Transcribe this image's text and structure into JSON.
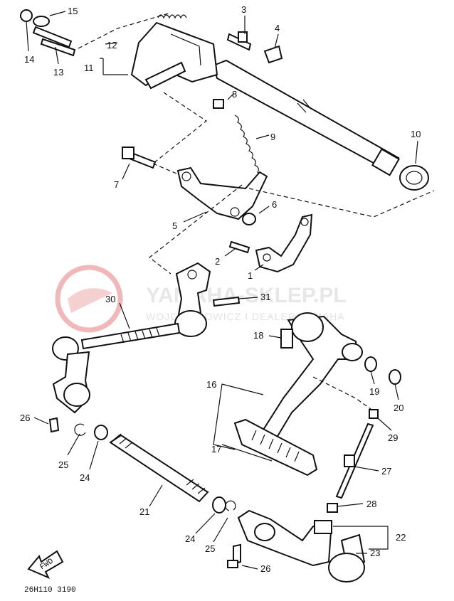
{
  "watermark": {
    "brand": "YAMAHA-SKLEP.PL",
    "subtitle": "WOJCIECHOWICZ I DEALER YAMAHA",
    "logo_color": "#f0b8b8"
  },
  "drawing_code": "26H110 3190",
  "fwd_label": "FWD",
  "callouts": {
    "n1": "1",
    "n2": "2",
    "n3": "3",
    "n4": "4",
    "n5": "5",
    "n6": "6",
    "n7": "7",
    "n8": "8",
    "n9": "9",
    "n10": "10",
    "n11": "11",
    "n12": "12",
    "n13": "13",
    "n14": "14",
    "n15": "15",
    "n16": "16",
    "n17": "17",
    "n18": "18",
    "n19": "19",
    "n20": "20",
    "n21": "21",
    "n22": "22",
    "n23": "23",
    "n24a": "24",
    "n24b": "24",
    "n25a": "25",
    "n25b": "25",
    "n26a": "26",
    "n26b": "26",
    "n27": "27",
    "n28": "28",
    "n29": "29",
    "n30": "30",
    "n31": "31"
  }
}
